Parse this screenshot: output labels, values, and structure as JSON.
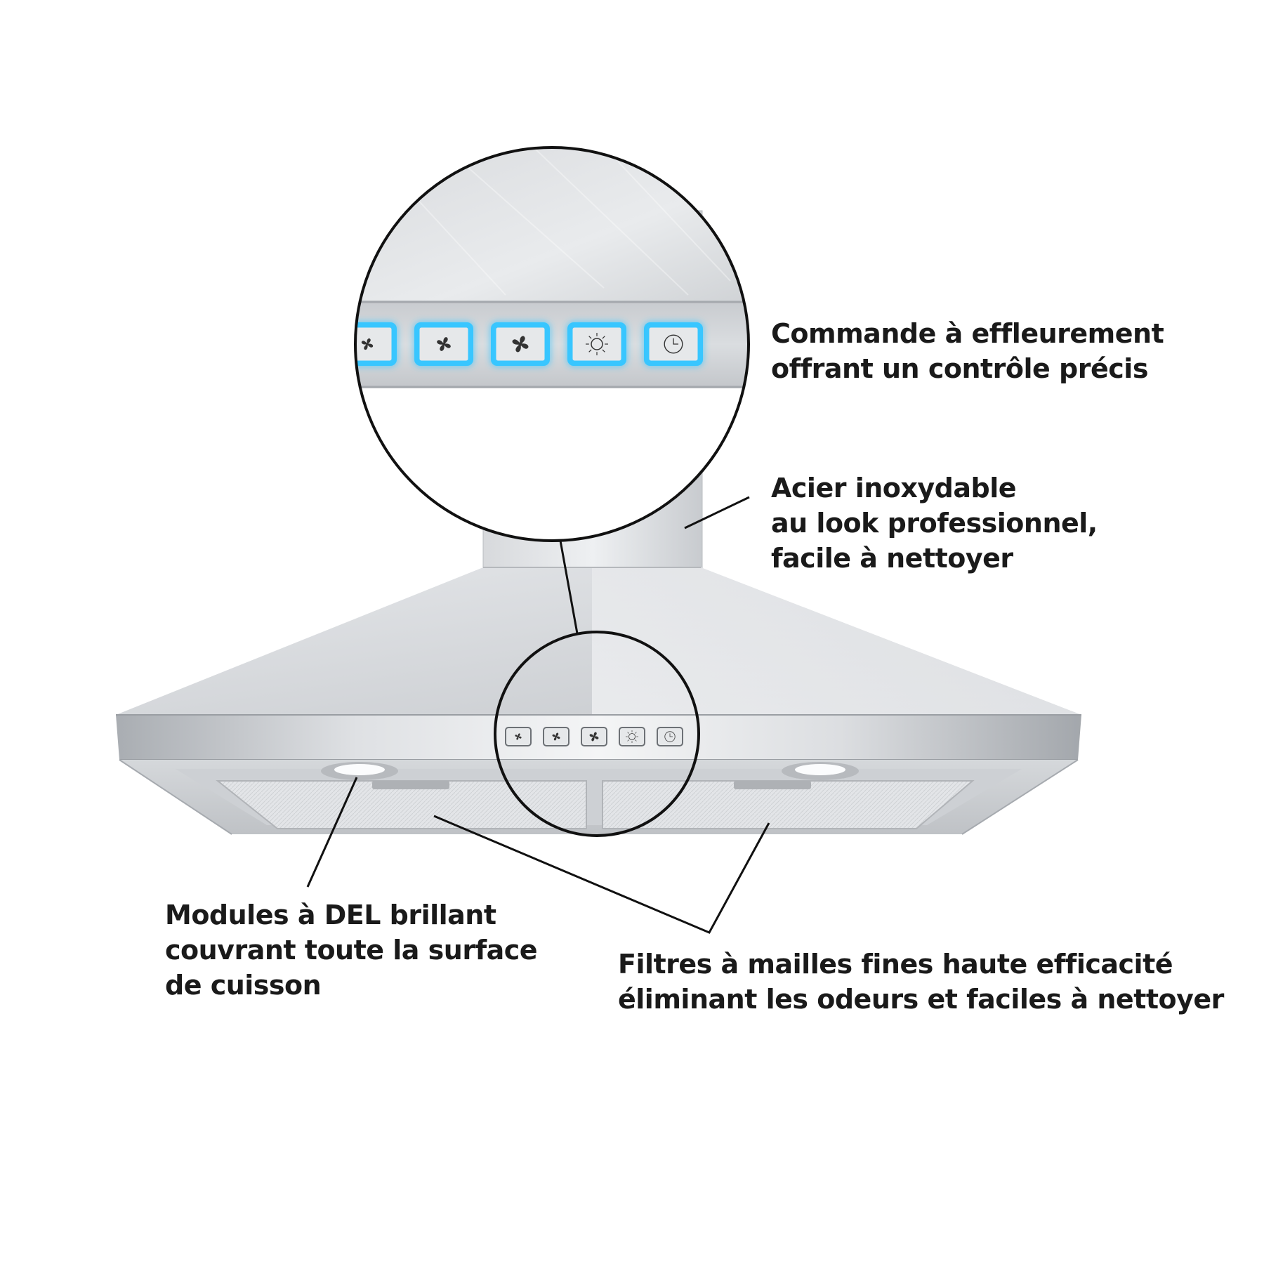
{
  "callouts": {
    "touch_control": {
      "lines": [
        "Commande à effleurement",
        "offrant un contrôle précis"
      ]
    },
    "stainless_steel": {
      "lines": [
        "Acier inoxydable",
        "au look professionnel,",
        "facile à nettoyer"
      ]
    },
    "led_modules": {
      "lines": [
        "Modules à DEL brillant",
        "couvrant toute la surface",
        "de cuisson"
      ]
    },
    "mesh_filters": {
      "lines": [
        "Filtres à mailles fines haute efficacité",
        "éliminant les odeurs et faciles à nettoyer"
      ]
    }
  },
  "control_panel": {
    "buttons": [
      "fan-low-icon",
      "fan-medium-icon",
      "fan-high-icon",
      "light-icon",
      "timer-icon"
    ],
    "glow_color": "#39c6ff"
  },
  "colors": {
    "steel_light": "#eceef0",
    "steel_mid": "#c9ccd0",
    "steel_dark": "#9ea2a7",
    "line": "#1a1a1a"
  }
}
